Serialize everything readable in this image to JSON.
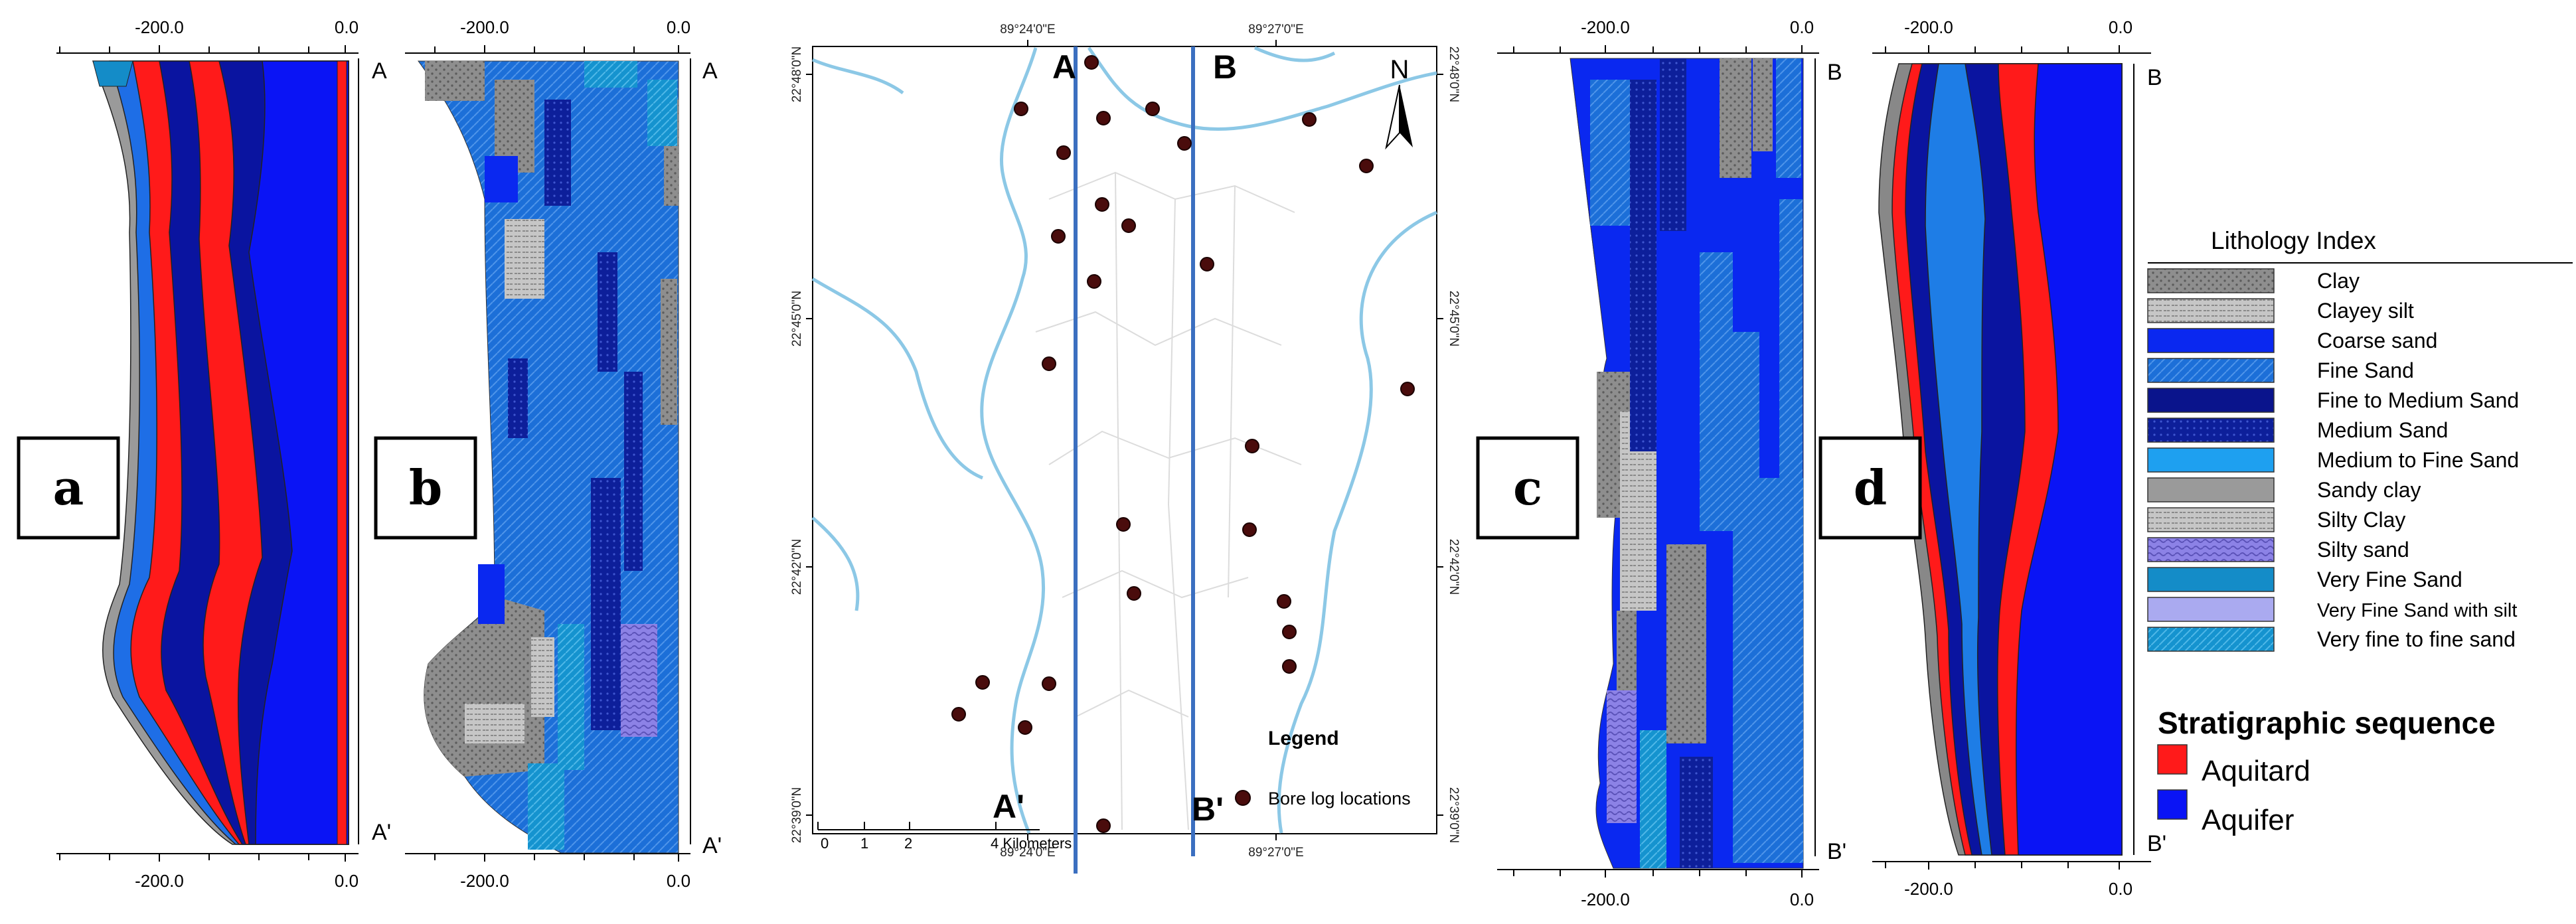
{
  "panels": {
    "a": {
      "tag": "a",
      "top_label": "A",
      "bottom_label": "A'",
      "ticks": [
        "-200.0",
        "0.0"
      ]
    },
    "b": {
      "tag": "b",
      "top_label": "A",
      "bottom_label": "A'",
      "ticks": [
        "-200.0",
        "0.0"
      ]
    },
    "c": {
      "tag": "c",
      "top_label": "B",
      "bottom_label": "B'",
      "ticks": [
        "-200.0",
        "0.0"
      ]
    },
    "d": {
      "tag": "d",
      "top_label": "B",
      "bottom_label": "B'",
      "ticks": [
        "-200.0",
        "0.0"
      ]
    }
  },
  "map": {
    "top_coords": [
      "89°24'0\"E",
      "89°27'0\"E"
    ],
    "bottom_coords": [
      "89°24'0\"E",
      "89°27'0\"E"
    ],
    "left_coords": [
      "22°48'0\"N",
      "22°45'0\"N",
      "22°42'0\"N",
      "22°39'0\"N"
    ],
    "right_coords": [
      "22°48'0\"N",
      "22°45'0\"N",
      "22°42'0\"N",
      "22°39'0\"N"
    ],
    "section_labels": {
      "a": "A",
      "b": "B",
      "a_prime": "A'",
      "b_prime": "B'"
    },
    "north": "N",
    "scale": {
      "ticks": [
        "0",
        "1",
        "2",
        "4 Kilometers"
      ]
    },
    "legend_title": "Legend",
    "legend_item": "Bore log locations",
    "colors": {
      "river": "#8cc8e6",
      "section_line": "#3b6fc0",
      "bore": "#4a0c0c"
    }
  },
  "lithology": {
    "title": "Lithology Index",
    "items": [
      {
        "label": "Clay",
        "color": "#8c8c8c"
      },
      {
        "label": "Clayey silt",
        "color": "#c8c8c8"
      },
      {
        "label": "Coarse sand",
        "color": "#0a28f0"
      },
      {
        "label": "Fine Sand",
        "color": "#1e6ee6"
      },
      {
        "label": "Fine to Medium Sand",
        "color": "#0a148c"
      },
      {
        "label": "Medium Sand",
        "color": "#1e2aa6"
      },
      {
        "label": "Medium to Fine Sand",
        "color": "#1ea0f0"
      },
      {
        "label": "Sandy clay",
        "color": "#9a9a9a"
      },
      {
        "label": "Silty Clay",
        "color": "#6e6e6e"
      },
      {
        "label": "Silty sand",
        "color": "#8c82e6"
      },
      {
        "label": "Very Fine Sand",
        "color": "#148cc8"
      },
      {
        "label": "Very Fine Sand with silt",
        "color": "#aaaaf0"
      },
      {
        "label": "Very fine to fine sand",
        "color": "#1ea0e6"
      }
    ]
  },
  "stratigraphy": {
    "title": "Stratigraphic sequence",
    "items": [
      {
        "label": "Aquitard",
        "color": "#ff1a1a"
      },
      {
        "label": "Aquifer",
        "color": "#0a14f5"
      }
    ]
  }
}
